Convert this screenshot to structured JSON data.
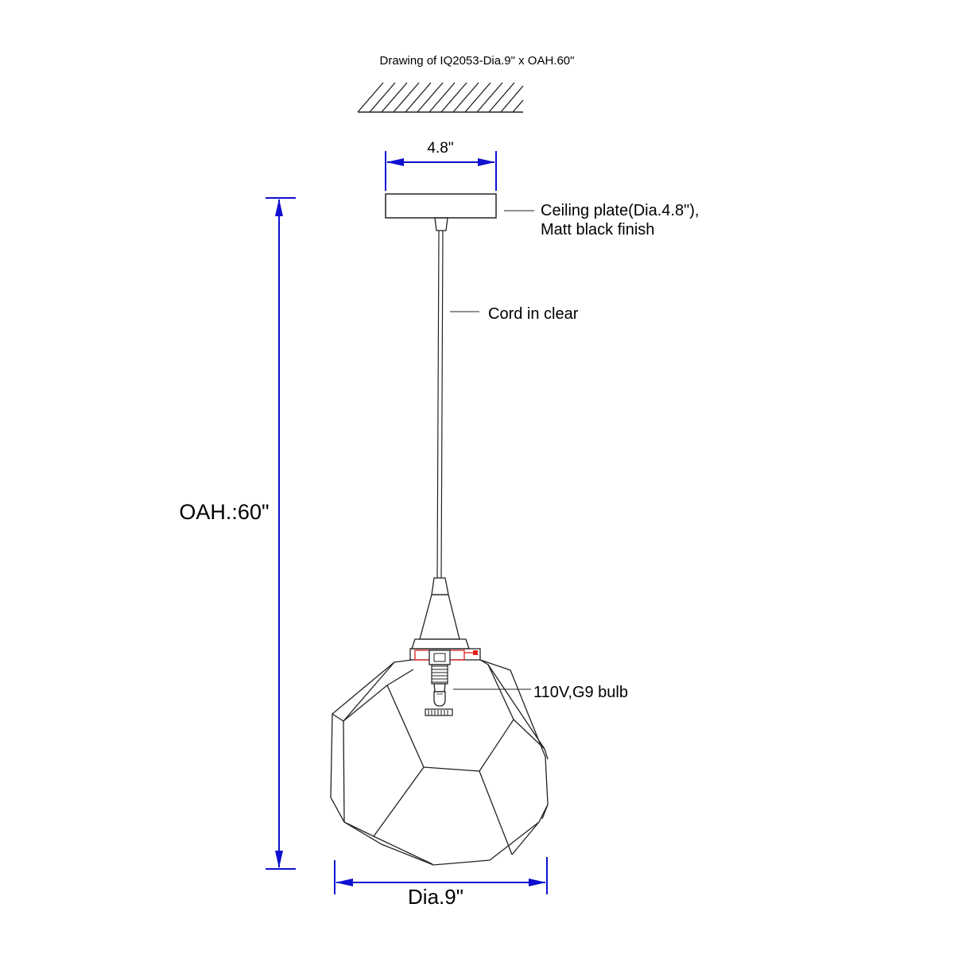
{
  "drawing": {
    "title": "Drawing of IQ2053-Dia.9\" x OAH.60\""
  },
  "dimensions": {
    "plate_width": "4.8\"",
    "overall_height": "OAH.:60\"",
    "shade_diameter": "Dia.9\""
  },
  "callouts": {
    "ceiling_plate_line1": "Ceiling plate(Dia.4.8\"),",
    "ceiling_plate_line2": "Matt black finish",
    "cord": "Cord in clear",
    "bulb": "110V,G9 bulb"
  },
  "colors": {
    "dimension_line": "#1010d0",
    "line_art": "#222222",
    "socket_highlight": "#e02020"
  }
}
